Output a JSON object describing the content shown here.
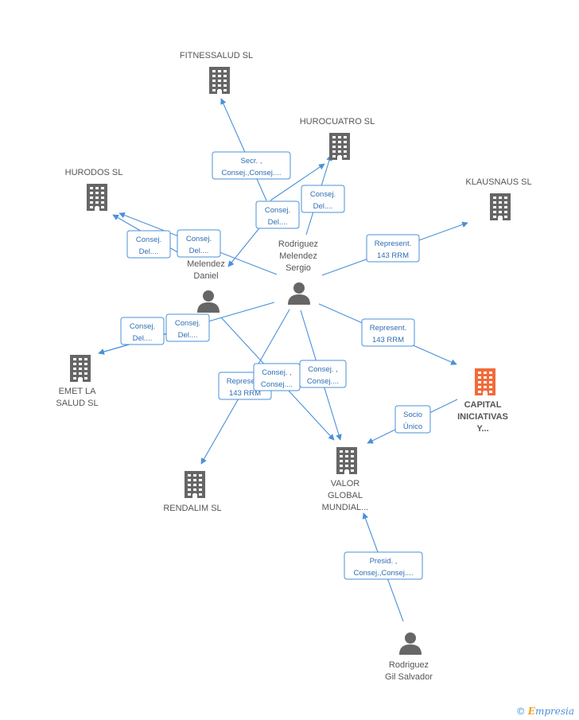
{
  "colors": {
    "edge": "#4a90d9",
    "node": "#666666",
    "highlight": "#f26b3a"
  },
  "nodes": [
    {
      "id": "fitnessalud",
      "type": "company",
      "lines": [
        "FITNESSALUD SL"
      ]
    },
    {
      "id": "hurocuatro",
      "type": "company",
      "lines": [
        "HUROCUATRO SL"
      ]
    },
    {
      "id": "hurodos",
      "type": "company",
      "lines": [
        "HURODOS SL"
      ]
    },
    {
      "id": "klausnaus",
      "type": "company",
      "lines": [
        "KLAUSNAUS SL"
      ]
    },
    {
      "id": "sergio",
      "type": "person",
      "lines": [
        "Rodriguez",
        "Melendez",
        "Sergio"
      ]
    },
    {
      "id": "daniel",
      "type": "person",
      "lines": [
        "Melendez",
        "Daniel"
      ]
    },
    {
      "id": "emet",
      "type": "company",
      "lines": [
        "EMET LA",
        "SALUD SL"
      ]
    },
    {
      "id": "capital",
      "type": "company",
      "highlight": true,
      "lines": [
        "CAPITAL",
        "INICIATIVAS",
        "Y..."
      ]
    },
    {
      "id": "rendalim",
      "type": "company",
      "lines": [
        "RENDALIM SL"
      ]
    },
    {
      "id": "valor",
      "type": "company",
      "lines": [
        "VALOR",
        "GLOBAL",
        "MUNDIAL..."
      ]
    },
    {
      "id": "salvador",
      "type": "person",
      "lines": [
        "Rodriguez",
        "Gil Salvador"
      ]
    }
  ],
  "relations": [
    {
      "id": "r1",
      "lines": [
        "Secr. ,",
        "Consej.,Consej...."
      ]
    },
    {
      "id": "r2",
      "lines": [
        "Consej.",
        "Del...."
      ]
    },
    {
      "id": "r3",
      "lines": [
        "Consej.",
        "Del...."
      ]
    },
    {
      "id": "r4",
      "lines": [
        "Consej.",
        "Del...."
      ]
    },
    {
      "id": "r5",
      "lines": [
        "Consej.",
        "Del...."
      ]
    },
    {
      "id": "r6",
      "lines": [
        "Represent.",
        "143 RRM"
      ]
    },
    {
      "id": "r7",
      "lines": [
        "Consej.",
        "Del...."
      ]
    },
    {
      "id": "r8",
      "lines": [
        "Consej.",
        "Del...."
      ]
    },
    {
      "id": "r9",
      "lines": [
        "Represent.",
        "143 RRM"
      ]
    },
    {
      "id": "r10",
      "lines": [
        "Represent.",
        "143 RRM"
      ]
    },
    {
      "id": "r11",
      "lines": [
        "Consej. ,",
        "Consej...."
      ]
    },
    {
      "id": "r12",
      "lines": [
        "Consej. ,",
        "Consej...."
      ]
    },
    {
      "id": "r13",
      "lines": [
        "Socio",
        "Único"
      ]
    },
    {
      "id": "r14",
      "lines": [
        "Presid. ,",
        "Consej.,Consej...."
      ]
    }
  ],
  "footer": {
    "symbol": "©",
    "brand_initial": "E",
    "brand_rest": "mpresia"
  }
}
